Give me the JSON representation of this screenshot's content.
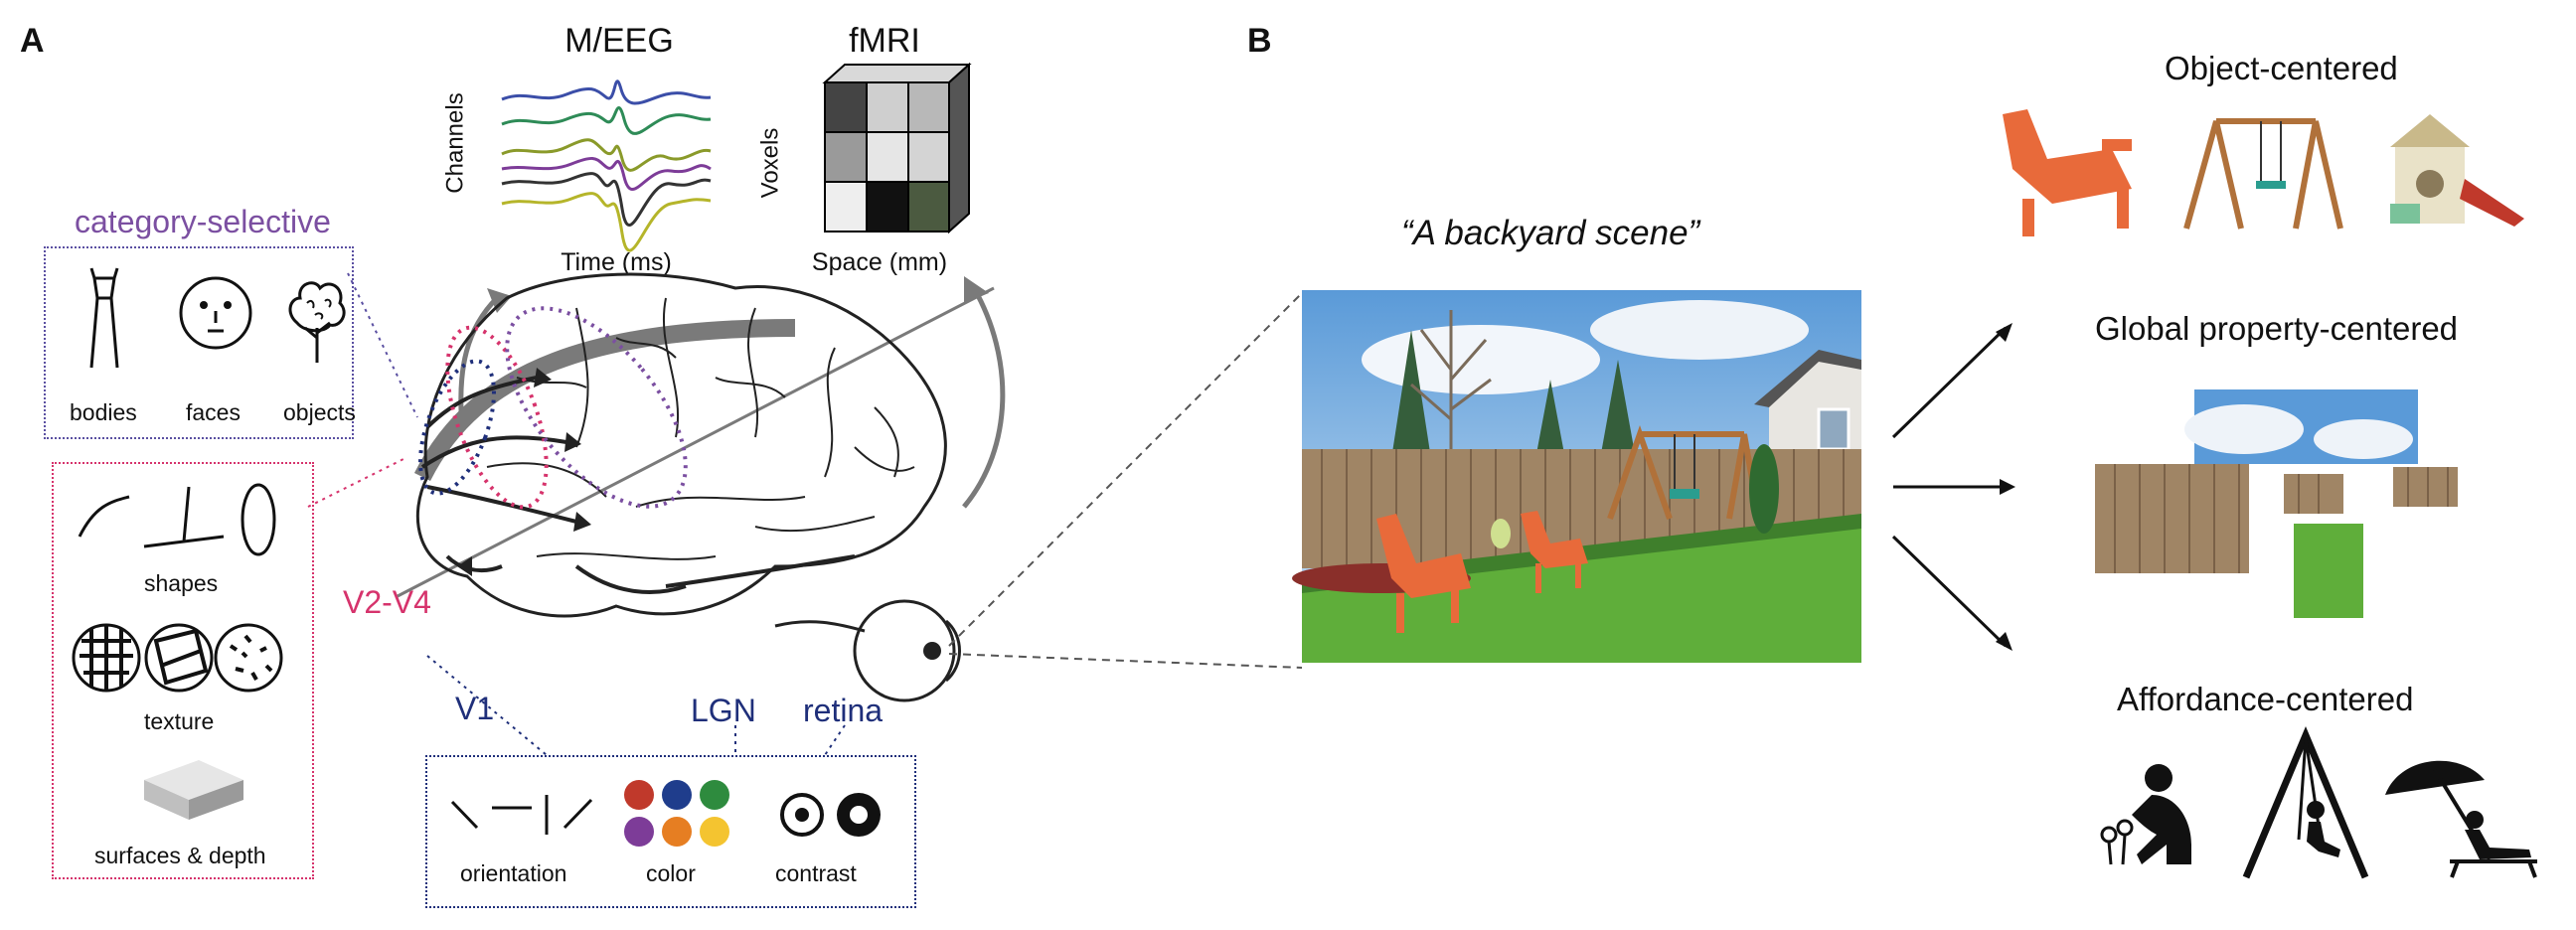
{
  "panel_a": {
    "letter": "A",
    "meeg": {
      "title": "M/EEG",
      "y_label": "Channels",
      "x_label": "Time (ms)"
    },
    "fmri": {
      "title": "fMRI",
      "y_label": "Voxels",
      "x_label": "Space (mm)"
    },
    "category_selective": {
      "title": "category-selective",
      "items": [
        "bodies",
        "faces",
        "objects"
      ]
    },
    "v2v4": {
      "title": "V2-V4",
      "shapes_label": "shapes",
      "texture_label": "texture",
      "surfaces_label": "surfaces & depth"
    },
    "early": {
      "v1": "V1",
      "lgn": "LGN",
      "retina": "retina",
      "items": [
        "orientation",
        "color",
        "contrast"
      ]
    },
    "colors": {
      "purple": "#7b4fa1",
      "magenta": "#d6336c",
      "navy": "#1f2f7a",
      "gray": "#7a7a7a"
    },
    "color_dots": [
      "#c0392b",
      "#1f3d8c",
      "#2e8b3e",
      "#7d3c98",
      "#e67e22",
      "#f4c430"
    ]
  },
  "panel_b": {
    "letter": "B",
    "scene_caption": "“A backyard scene”",
    "object_centered": "Object-centered",
    "global_property_centered": "Global property-centered",
    "affordance_centered": "Affordance-centered"
  }
}
